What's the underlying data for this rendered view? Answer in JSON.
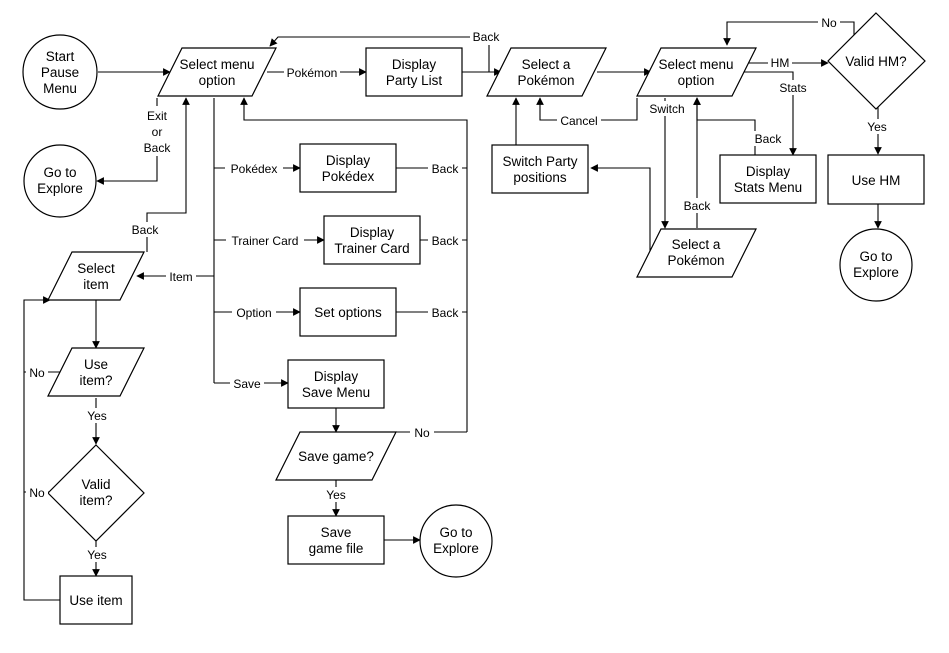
{
  "diagram": {
    "nodes": {
      "start": [
        "Start",
        "Pause",
        "Menu"
      ],
      "select_menu_1": [
        "Select menu",
        "option"
      ],
      "display_party": [
        "Display",
        "Party List"
      ],
      "select_pokemon_1": [
        "Select a",
        "Pokémon"
      ],
      "select_menu_2": [
        "Select menu",
        "option"
      ],
      "valid_hm": [
        "Valid HM?"
      ],
      "goto_explore_1": [
        "Go to",
        "Explore"
      ],
      "display_pokedex": [
        "Display",
        "Pokédex"
      ],
      "switch_party": [
        "Switch Party",
        "positions"
      ],
      "display_stats": [
        "Display",
        "Stats Menu"
      ],
      "use_hm": [
        "Use HM"
      ],
      "display_trainer": [
        "Display",
        "Trainer Card"
      ],
      "select_pokemon_2": [
        "Select a",
        "Pokémon"
      ],
      "goto_explore_2": [
        "Go to",
        "Explore"
      ],
      "select_item": [
        "Select",
        "item"
      ],
      "set_options": [
        "Set options"
      ],
      "use_item_q": [
        "Use",
        "item?"
      ],
      "display_save": [
        "Display",
        "Save Menu"
      ],
      "save_game_q": [
        "Save game?"
      ],
      "valid_item": [
        "Valid",
        "item?"
      ],
      "save_file": [
        "Save",
        "game file"
      ],
      "goto_explore_3": [
        "Go to",
        "Explore"
      ],
      "use_item": [
        "Use item"
      ]
    },
    "edge_labels": {
      "pokemon": "Pokémon",
      "back_top": "Back",
      "hm": "HM",
      "no_hm": "No",
      "exit_or_back": [
        "Exit",
        "or",
        "Back"
      ],
      "cancel": "Cancel",
      "switch": "Switch",
      "stats": "Stats",
      "yes_hm": "Yes",
      "back_stats": "Back",
      "pokedex": "Pokédex",
      "back_pokedex": "Back",
      "back_switch": "Back",
      "back_item": "Back",
      "trainer_card": "Trainer Card",
      "back_trainer": "Back",
      "item": "Item",
      "option": "Option",
      "back_option": "Back",
      "no_use": "No",
      "yes_use": "Yes",
      "save": "Save",
      "no_save": "No",
      "no_valid": "No",
      "yes_save": "Yes",
      "yes_valid": "Yes"
    }
  }
}
